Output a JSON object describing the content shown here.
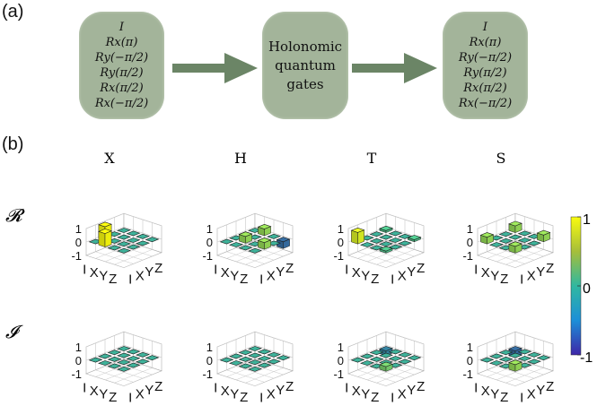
{
  "panel_a": {
    "label": "(a)",
    "input_box": {
      "items": [
        "I",
        "Rx(π)",
        "Ry(−π/2)",
        "Ry(π/2)",
        "Rx(π/2)",
        "Rx(−π/2)"
      ]
    },
    "center_box": {
      "lines": [
        "Holonomic",
        "quantum",
        "gates"
      ]
    },
    "output_box": {
      "items": [
        "I",
        "Rx(π)",
        "Ry(−π/2)",
        "Ry(π/2)",
        "Rx(π/2)",
        "Rx(−π/2)"
      ]
    }
  },
  "panel_b": {
    "label": "(b)",
    "gate_titles": [
      "X",
      "H",
      "T",
      "S"
    ],
    "row_labels": [
      "𝓡",
      "𝓘"
    ],
    "z_ticks": [
      "1",
      "0",
      "-1"
    ],
    "axis_labels": [
      "I",
      "X",
      "Y",
      "Z"
    ],
    "colorbar": {
      "max": "1",
      "mid": "0",
      "min": "-1",
      "colors": [
        "#f9fb0e",
        "#30b8a0",
        "#3e26a8"
      ]
    }
  },
  "chart_data": {
    "type": "bar3d",
    "basis": [
      "I",
      "X",
      "Y",
      "Z"
    ],
    "zlim": [
      -1,
      1
    ],
    "matrices": [
      {
        "gate": "X",
        "part": "R",
        "values": [
          [
            0,
            1,
            0,
            0
          ],
          [
            1,
            0,
            0,
            0
          ],
          [
            0,
            0,
            0,
            0
          ],
          [
            0,
            0,
            0,
            0
          ]
        ]
      },
      {
        "gate": "H",
        "part": "R",
        "values": [
          [
            0,
            0,
            0,
            0
          ],
          [
            0,
            0.5,
            0,
            0.5
          ],
          [
            0,
            0,
            0,
            0
          ],
          [
            0,
            0.5,
            0,
            -0.5
          ]
        ]
      },
      {
        "gate": "T",
        "part": "R",
        "values": [
          [
            0.85,
            0,
            0,
            0.15
          ],
          [
            0,
            0,
            0,
            0
          ],
          [
            0,
            0,
            0,
            0
          ],
          [
            0.15,
            0,
            0,
            0.15
          ]
        ]
      },
      {
        "gate": "S",
        "part": "R",
        "values": [
          [
            0.5,
            0,
            0,
            0.5
          ],
          [
            0,
            0,
            0,
            0
          ],
          [
            0,
            0,
            0,
            0
          ],
          [
            0.5,
            0,
            0,
            0.5
          ]
        ]
      },
      {
        "gate": "X",
        "part": "I",
        "values": [
          [
            0,
            0,
            0,
            0
          ],
          [
            0,
            0,
            0,
            0
          ],
          [
            0,
            0,
            0,
            0
          ],
          [
            0,
            0,
            0,
            0
          ]
        ]
      },
      {
        "gate": "H",
        "part": "I",
        "values": [
          [
            0,
            0,
            0,
            0
          ],
          [
            0,
            0,
            0,
            0
          ],
          [
            0,
            0,
            0,
            0
          ],
          [
            0,
            0,
            0,
            0
          ]
        ]
      },
      {
        "gate": "T",
        "part": "I",
        "values": [
          [
            0,
            0,
            0,
            -0.35
          ],
          [
            0,
            0,
            0,
            0
          ],
          [
            0,
            0,
            0,
            0
          ],
          [
            0.35,
            0,
            0,
            0
          ]
        ]
      },
      {
        "gate": "S",
        "part": "I",
        "values": [
          [
            0,
            0,
            0,
            -0.5
          ],
          [
            0,
            0,
            0,
            0
          ],
          [
            0,
            0,
            0,
            0
          ],
          [
            0.5,
            0,
            0,
            0
          ]
        ]
      }
    ]
  }
}
